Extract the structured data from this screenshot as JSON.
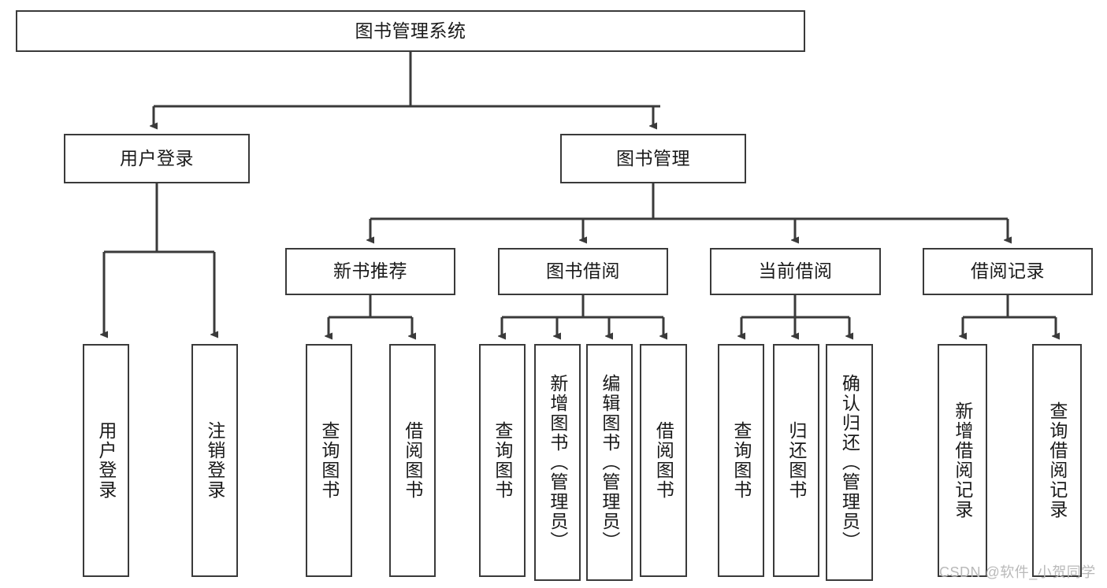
{
  "diagram": {
    "title_node": {
      "label": "图书管理系统"
    },
    "level2": [
      {
        "id": "user-login",
        "label": "用户登录"
      },
      {
        "id": "book-management",
        "label": "图书管理"
      }
    ],
    "level3": [
      {
        "id": "new-book-recommend",
        "label": "新书推荐"
      },
      {
        "id": "book-borrow",
        "label": "图书借阅"
      },
      {
        "id": "current-borrow",
        "label": "当前借阅"
      },
      {
        "id": "borrow-record",
        "label": "借阅记录"
      }
    ],
    "leaves": {
      "user_login": [
        {
          "id": "leaf-user-login",
          "label": "用户登录"
        },
        {
          "id": "leaf-logout-login",
          "label": "注销登录"
        }
      ],
      "new_book_recommend": [
        {
          "id": "leaf-query-book-1",
          "label": "查询图书"
        },
        {
          "id": "leaf-borrow-book-1",
          "label": "借阅图书"
        }
      ],
      "book_borrow": [
        {
          "id": "leaf-query-book-2",
          "label": "查询图书"
        },
        {
          "id": "leaf-add-book",
          "label": "新增图书（管理员）"
        },
        {
          "id": "leaf-edit-book",
          "label": "编辑图书（管理员）"
        },
        {
          "id": "leaf-borrow-book-2",
          "label": "借阅图书"
        }
      ],
      "current_borrow": [
        {
          "id": "leaf-query-book-3",
          "label": "查询图书"
        },
        {
          "id": "leaf-return-book",
          "label": "归还图书"
        },
        {
          "id": "leaf-confirm-return",
          "label": "确认归还（管理员）"
        }
      ],
      "borrow_record": [
        {
          "id": "leaf-add-record",
          "label": "新增借阅记录"
        },
        {
          "id": "leaf-query-record",
          "label": "查询借阅记录"
        }
      ]
    },
    "watermark": "CSDN @软件_小贺同学",
    "colors": {
      "stroke": "#3a3a3a",
      "fill": "#ffffff",
      "text": "#1a1a1a",
      "watermark": "#b9b9b9"
    }
  }
}
